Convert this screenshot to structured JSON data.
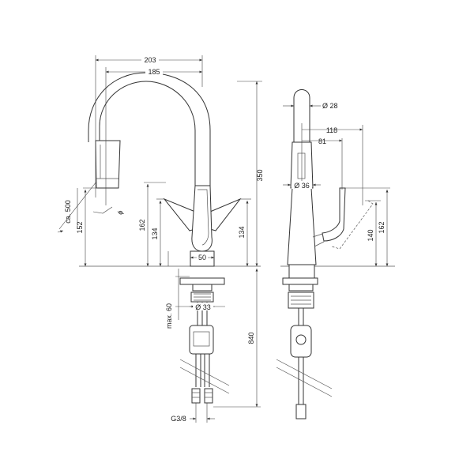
{
  "front_view": {
    "dim_width_overall": "203",
    "dim_width_spout": "185",
    "dim_height_total": "350",
    "dim_pullout": "ca. 500",
    "dim_swivel_angle": "ϕ",
    "dim_spray_height": "152",
    "dim_lever_height_1": "162",
    "dim_lever_height_2": "134",
    "dim_lever_height_3": "134",
    "dim_base_diameter": "50",
    "dim_hole_diameter": "Ø 33",
    "dim_max_deck": "max. 60",
    "dim_below_deck": "840",
    "dim_connection": "G3/8"
  },
  "side_view": {
    "dim_spout_diameter": "Ø 28",
    "dim_reach_1": "118",
    "dim_reach_2": "81",
    "dim_head_diameter": "Ø 36",
    "dim_lever_height_a": "140",
    "dim_lever_height_b": "162"
  }
}
